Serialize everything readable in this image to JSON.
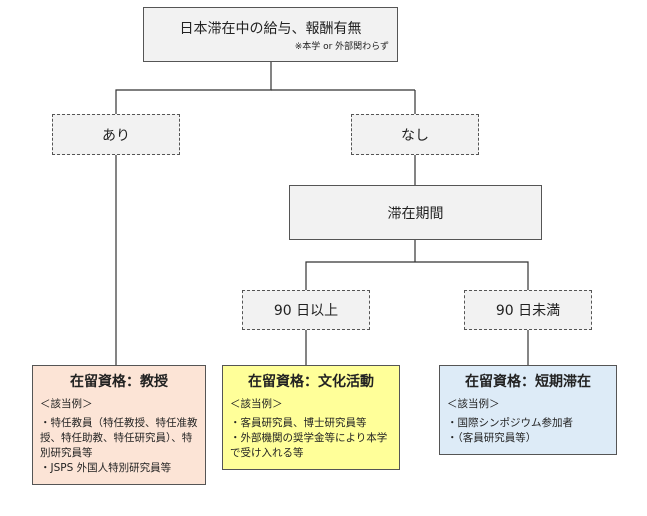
{
  "root": {
    "title": "日本滞在中の給与、報酬有無",
    "note": "※本学 or 外部関わらず"
  },
  "branches": {
    "yes": "あり",
    "no": "なし"
  },
  "duration": "滞在期間",
  "durations": {
    "long": "90 日以上",
    "short": "90 日未満"
  },
  "results": {
    "professor": {
      "title": "在留資格：教授",
      "subtitle": "＜該当例＞",
      "items": [
        "・特任教員（特任教授、特任准教授、特任助教、特任研究員）、特別研究員等",
        "・JSPS 外国人特別研究員等"
      ],
      "color": "#fce4d6"
    },
    "cultural": {
      "title": "在留資格：文化活動",
      "subtitle": "＜該当例＞",
      "items": [
        "・客員研究員、博士研究員等",
        "・外部機関の奨学金等により本学で受け入れる等"
      ],
      "color": "#ffff99"
    },
    "short_stay": {
      "title": "在留資格：短期滞在",
      "subtitle": "＜該当例＞",
      "items": [
        "・国際シンポジウム参加者",
        "・（客員研究員等）"
      ],
      "color": "#ddebf7"
    }
  }
}
